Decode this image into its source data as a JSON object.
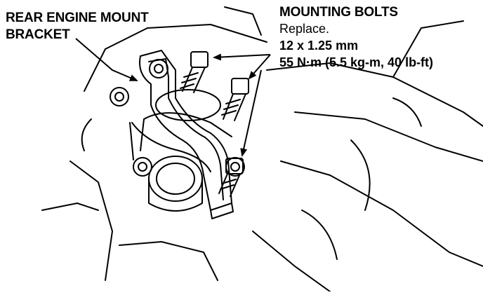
{
  "callouts": {
    "bracket": {
      "line1": "REAR ENGINE MOUNT",
      "line2": "BRACKET"
    },
    "bolts": {
      "title": "MOUNTING BOLTS",
      "note": "Replace.",
      "size": "12 x 1.25 mm",
      "torque": "55 N·m (5.5 kg-m, 40 lb-ft)"
    }
  },
  "colors": {
    "ink": "#000000",
    "paper": "#ffffff"
  }
}
